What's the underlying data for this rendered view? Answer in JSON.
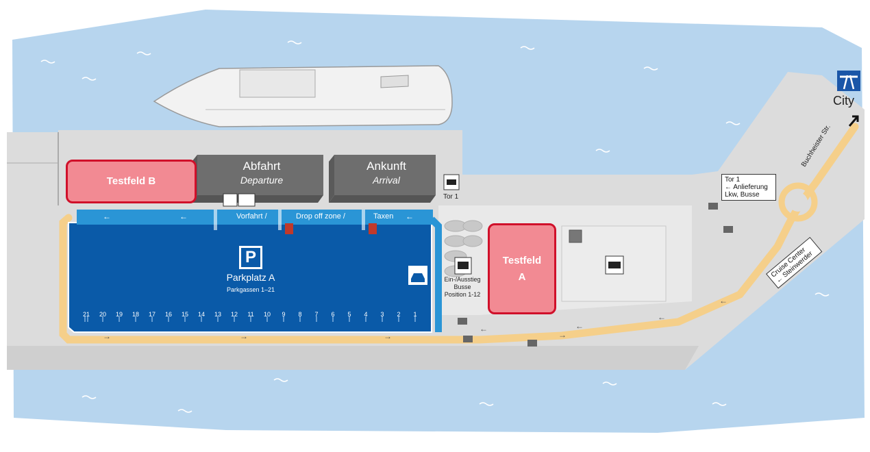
{
  "map": {
    "testfeld_b": "Testfeld B",
    "testfeld_a_line1": "Testfeld",
    "testfeld_a_line2": "A",
    "departure_title": "Abfahrt",
    "departure_sub": "Departure",
    "arrival_title": "Ankunft",
    "arrival_sub": "Arrival",
    "tor1_small": "Tor 1",
    "tor1_sign": [
      "Tor 1",
      "← Anlieferung",
      "Lkw, Busse"
    ],
    "dropoff": [
      "Vorfahrt /",
      "Drop off zone /",
      "Taxen"
    ],
    "parking_symbol": "P",
    "parking_name": "Parkplatz A",
    "parking_lanes_label": "Parkgassen 1–21",
    "lane_numbers": [
      "21",
      "20",
      "19",
      "18",
      "17",
      "16",
      "15",
      "14",
      "13",
      "12",
      "11",
      "10",
      "9",
      "8",
      "7",
      "6",
      "5",
      "4",
      "3",
      "2",
      "1"
    ],
    "bus_label": [
      "Ein-/Ausstieg",
      "Busse",
      "Position 1-12"
    ],
    "street": "Buchheister Str.",
    "cruise_sign": [
      "Cruise Center",
      "← Steinwerder"
    ],
    "city": "City",
    "icons": [
      "ship-icon",
      "motorway-icon",
      "bus-icon",
      "truck-icon",
      "taxi-icon",
      "info-icon",
      "barrier-icon",
      "arrow-icon"
    ],
    "colors": {
      "water": "#b7d5ee",
      "land": "#dcdcdc",
      "parking": "#0a5aa8",
      "dropoff": "#2a95d6",
      "road": "#f5cf8a",
      "building": "#6e6e6e",
      "testfeld": "#f28a93",
      "testfeld_border": "#d0102a",
      "motorway": "#1a56a8"
    }
  }
}
